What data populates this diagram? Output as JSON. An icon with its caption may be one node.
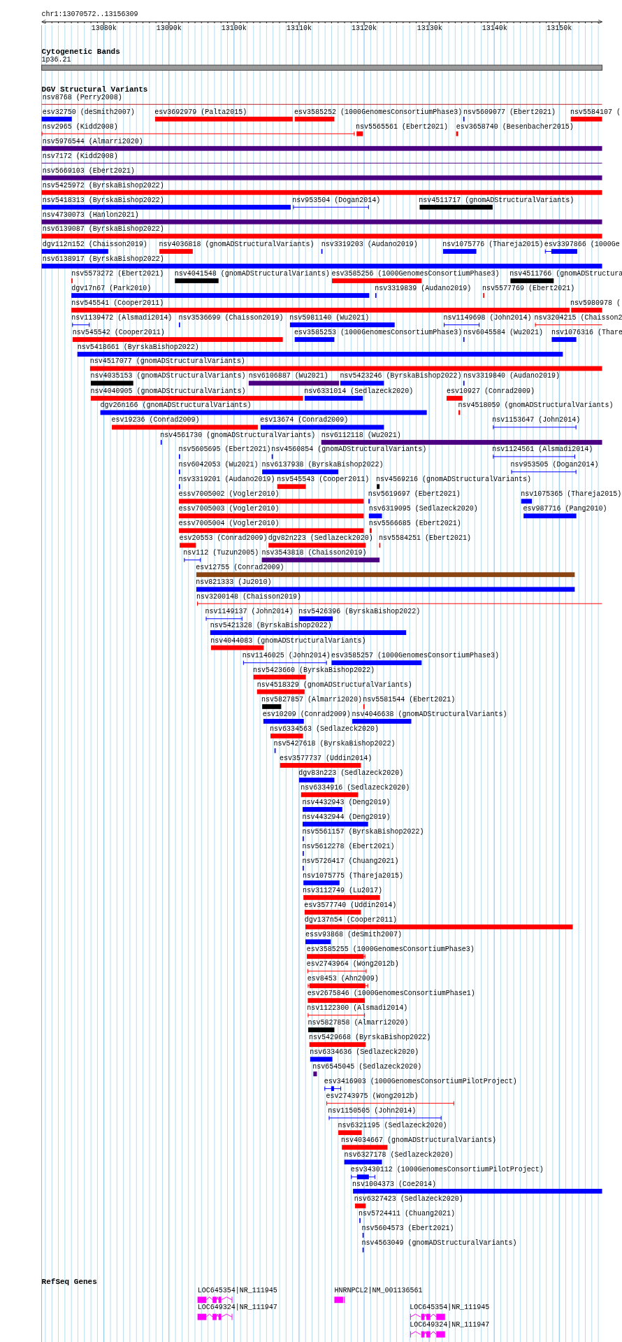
{
  "diagram": {
    "labels": [
      "chr1:13070572..13156309",
      "13080k",
      "13090k",
      "13100k",
      "13110k",
      "13120k",
      "13130k",
      "13140k",
      "13150k",
      "Cytogenetic Bands",
      "1p36.21",
      "DGV Structural Variants",
      "nsv8768 (Perry2008)",
      "esv32750 (deSmith2007)",
      "esv3692979 (Palta2015)",
      "esv3585252 (1000GenomesConsortiumPhase3)",
      "nsv5609077 (Ebert2021)",
      "nsv5584107 (",
      "nsv2965 (Kidd2008)",
      "nsv5565561 (Ebert2021)",
      "esv3658740 (Besenbacher2015)",
      "nsv5976544 (Almarri2020)",
      "nsv7172 (Kidd2008)",
      "nsv5669103 (Ebert2021)",
      "nsv5425972 (ByrskaBishop2022)",
      "nsv5418313 (ByrskaBishop2022)",
      "nsv953504 (Dogan2014)",
      "nsv4511717 (gnomADStructuralVariants)",
      "nsv4730073 (Hanlon2021)",
      "nsv6139087 (ByrskaBishop2022)",
      "dgv112n152 (Chaisson2019)",
      "nsv4036818 (gnomADStructuralVariants)",
      "nsv3319203 (Audano2019)",
      "nsv1075776 (Thareja2015)",
      "esv3397866 (1000Ge",
      "nsv6138917 (ByrskaBishop2022)",
      "nsv5573272 (Ebert2021)",
      "nsv4041548 (gnomADStructuralVariants)",
      "esv3585256 (1000GenomesConsortiumPhase3)",
      "nsv4511766 (gnomADStructura",
      "dgv17n67 (Park2010)",
      "nsv3319839 (Audano2019)",
      "nsv5577769 (Ebert2021)",
      "nsv545541 (Cooper2011)",
      "nsv5980978 (",
      "nsv1139472 (Alsmadi2014)",
      "nsv3536699 (Chaisson2019)",
      "nsv5981140 (Wu2021)",
      "nsv1149698 (John2014)",
      "nsv3204215 (Chaisson2",
      "nsv545542 (Cooper2011)",
      "esv3585253 (1000GenomesConsortiumPhase3)",
      "nsv6045584 (Wu2021)",
      "nsv1076316 (Thare",
      "nsv5418661 (ByrskaBishop2022)",
      "nsv4517077 (gnomADStructuralVariants)",
      "nsv4035153 (gnomADStructuralVariants)",
      "nsv6106887 (Wu2021)",
      "nsv5423246 (ByrskaBishop2022)",
      "nsv3319840 (Audano2019)",
      "nsv4040905 (gnomADStructuralVariants)",
      "nsv6331014 (Sedlazeck2020)",
      "esv10927 (Conrad2009)",
      "dgv26n166 (gnomADStructuralVariants)",
      "nsv4518059 (gnomADStructuralVariants)",
      "esv19236 (Conrad2009)",
      "esv13674 (Conrad2009)",
      "nsv1153647 (John2014)",
      "nsv4561730 (gnomADStructuralVariants)",
      "nsv6112118 (Wu2021)",
      "nsv5605695 (Ebert2021)",
      "nsv4560854 (gnomADStructuralVariants)",
      "nsv1124561 (Alsmadi2014)",
      "nsv6042053 (Wu2021)",
      "nsv6137938 (ByrskaBishop2022)",
      "nsv953505 (Dogan2014)",
      "nsv3319201 (Audano2019)",
      "nsv545543 (Cooper2011)",
      "nsv4569216 (gnomADStructuralVariants)",
      "essv7005002 (Vogler2010)",
      "nsv5619697 (Ebert2021)",
      "nsv1075365 (Thareja2015)",
      "essv7005003 (Vogler2010)",
      "nsv6319095 (Sedlazeck2020)",
      "esv987716 (Pang2010)",
      "essv7005004 (Vogler2010)",
      "nsv5566685 (Ebert2021)",
      "esv20553 (Conrad2009)",
      "dgv82n223 (Sedlazeck2020)",
      "nsv5584251 (Ebert2021)",
      "nsv112 (Tuzun2005)",
      "nsv3543818 (Chaisson2019)",
      "esv12755 (Conrad2009)",
      "nsv821333 (Ju2010)",
      "nsv3200148 (Chaisson2019)",
      "nsv1149137 (John2014)",
      "nsv5426396 (ByrskaBishop2022)",
      "nsv5421328 (ByrskaBishop2022)",
      "nsv4044083 (gnomADStructuralVariants)",
      "nsv1146025 (John2014)",
      "esv3585257 (1000GenomesConsortiumPhase3)",
      "nsv5423660 (ByrskaBishop2022)",
      "nsv4518329 (gnomADStructuralVariants)",
      "nsv5827857 (Almarri2020)",
      "nsv5581544 (Ebert2021)",
      "esv10209 (Conrad2009)",
      "nsv4046638 (gnomADStructuralVariants)",
      "nsv6334563 (Sedlazeck2020)",
      "nsv5427618 (ByrskaBishop2022)",
      "esv3577737 (Uddin2014)",
      "dgv83n223 (Sedlazeck2020)",
      "nsv6334916 (Sedlazeck2020)",
      "nsv4432943 (Deng2019)",
      "nsv4432944 (Deng2019)",
      "nsv5561157 (ByrskaBishop2022)",
      "nsv5612278 (Ebert2021)",
      "nsv5726417 (Chuang2021)",
      "nsv1075775 (Thareja2015)",
      "nsv3112749 (Lu2017)",
      "esv3577740 (Uddin2014)",
      "dgv137n54 (Cooper2011)",
      "essv93868 (deSmith2007)",
      "esv3585255 (1000GenomesConsortiumPhase3)",
      "esv2743964 (Wong2012b)",
      "esv8453 (Ahn2009)",
      "esv2675846 (1000GenomesConsortiumPhase1)",
      "nsv1122300 (Alsmadi2014)",
      "nsv5827858 (Almarri2020)",
      "nsv5429668 (ByrskaBishop2022)",
      "nsv6334636 (Sedlazeck2020)",
      "nsv6545045 (Sedlazeck2020)",
      "esv3416903 (1000GenomesConsortiumPilotProject)",
      "esv2743975 (Wong2012b)",
      "nsv1150505 (John2014)",
      "nsv6321195 (Sedlazeck2020)",
      "nsv4034667 (gnomADStructuralVariants)",
      "nsv6327178 (Sedlazeck2020)",
      "esv3430112 (1000GenomesConsortiumPilotProject)",
      "nsv1004373 (Coe2014)",
      "nsv6327423 (Sedlazeck2020)",
      "nsv5724411 (Chuang2021)",
      "nsv5604573 (Ebert2021)",
      "nsv4563049 (gnomADStructuralVariants)",
      "RefSeq Genes",
      "LOC645354|NR_111945",
      "HNRNPCL2|NM_001136561",
      "LOC649324|NR_111947",
      "LOC645354|NR_111945",
      "LOC649324|NR_111947"
    ]
  }
}
